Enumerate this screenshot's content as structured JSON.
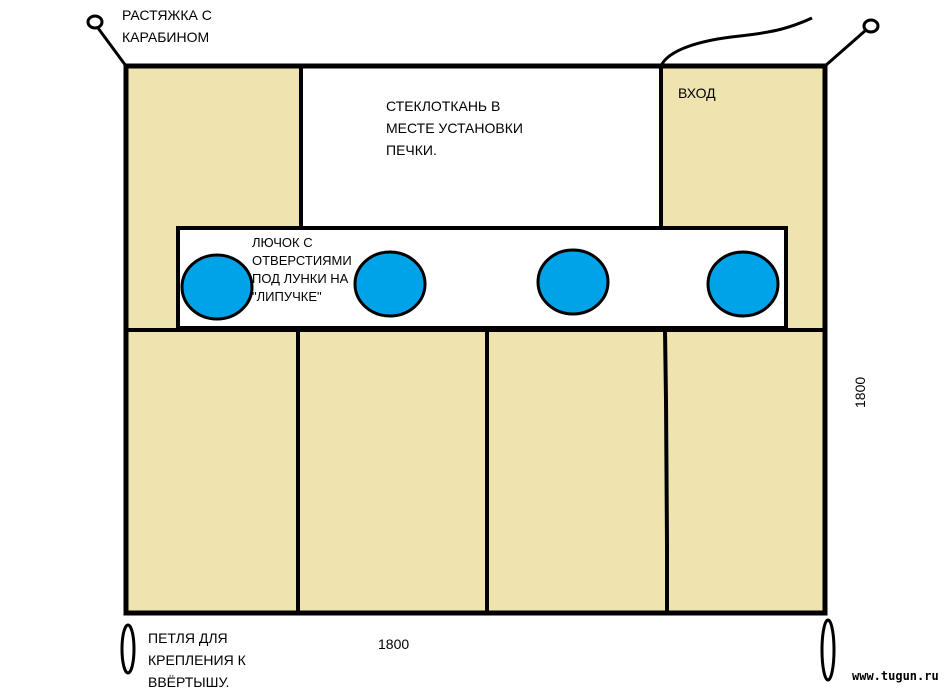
{
  "colors": {
    "panel_fill": "#EFE4B0",
    "window_fill": "#FFFFFF",
    "hole_fill": "#00A2E8",
    "outline": "#000000"
  },
  "labels": {
    "guy_line": "РАСТЯЖКА С\nКАРАБИНОМ",
    "fiberglass": "СТЕКЛОТКАНЬ В\nМЕСТЕ УСТАНОВКИ\nПЕЧКИ.",
    "entrance": "ВХОД",
    "hatch": "ЛЮЧОК С\nОТВЕРСТИЯМИ\nПОД ЛУНКИ НА\n\"ЛИПУЧКЕ\"",
    "loop": "ПЕТЛЯ ДЛЯ\nКРЕПЛЕНИЯ К\nВВЁРТЫШУ.",
    "dim_width": "1800",
    "dim_height": "1800",
    "watermark": "www.tugun.ru"
  },
  "hatch": {
    "hole_count": 4
  }
}
